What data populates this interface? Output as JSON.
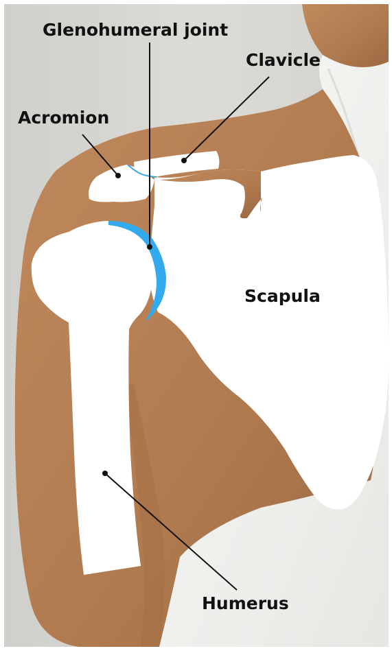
{
  "labels": {
    "glenohumeral": "Glenohumeral joint",
    "clavicle": "Clavicle",
    "acromion": "Acromion",
    "scapula": "Scapula",
    "humerus": "Humerus"
  },
  "colors": {
    "background_wall": "#d9d8d3",
    "skin": "#b98256",
    "skin_shadow": "#a16d45",
    "shirt": "#f4f4f2",
    "bone": "#ffffff",
    "joint_highlight": "#33aaee",
    "label_text": "#111111",
    "leader_line": "#111111"
  }
}
